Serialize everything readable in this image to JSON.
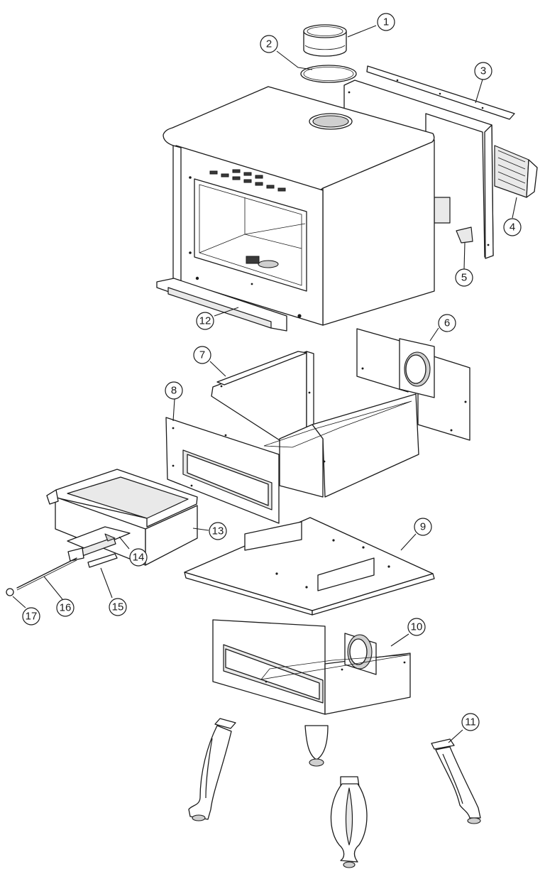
{
  "figure": {
    "type": "exploded-parts-diagram"
  },
  "callouts": [
    {
      "number": "1"
    },
    {
      "number": "2"
    },
    {
      "number": "3"
    },
    {
      "number": "4"
    },
    {
      "number": "5"
    },
    {
      "number": "6"
    },
    {
      "number": "7"
    },
    {
      "number": "8"
    },
    {
      "number": "9"
    },
    {
      "number": "10"
    },
    {
      "number": "11"
    },
    {
      "number": "12"
    },
    {
      "number": "13"
    },
    {
      "number": "14"
    },
    {
      "number": "15"
    },
    {
      "number": "16"
    },
    {
      "number": "17"
    }
  ],
  "colors": {
    "line": "#1a1a1a",
    "background": "#ffffff"
  }
}
